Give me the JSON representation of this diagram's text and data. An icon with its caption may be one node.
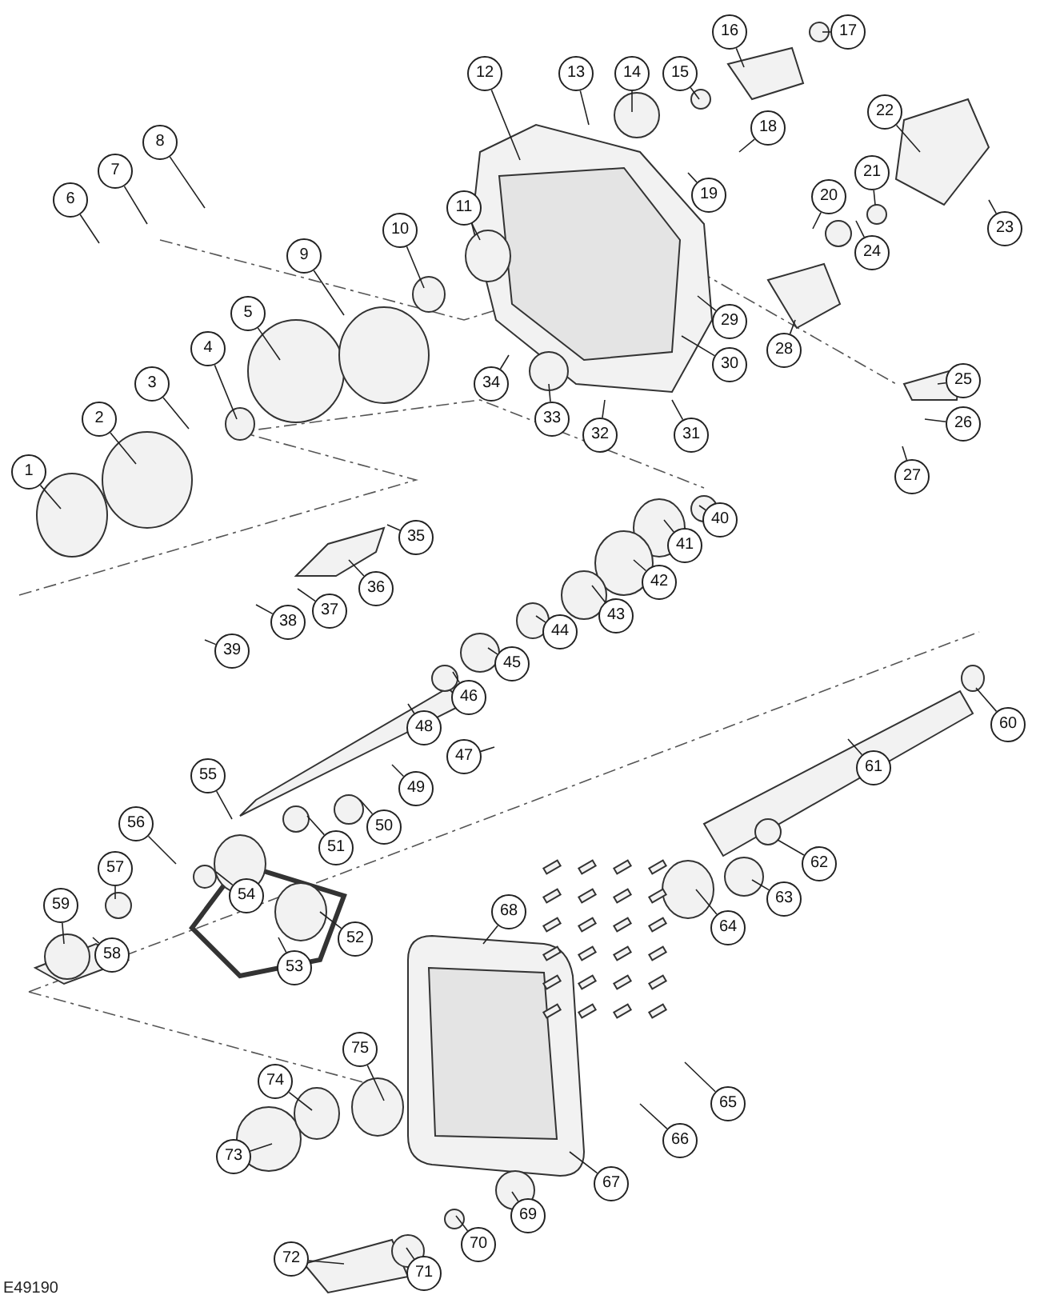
{
  "diagram": {
    "nodes": [
      {
        "text": [
          "1"
        ]
      },
      {
        "text": [
          "2"
        ]
      },
      {
        "text": [
          "3"
        ]
      },
      {
        "text": [
          "4"
        ]
      },
      {
        "text": [
          "5"
        ]
      },
      {
        "text": [
          "6"
        ]
      },
      {
        "text": [
          "7"
        ]
      },
      {
        "text": [
          "8"
        ]
      },
      {
        "text": [
          "9"
        ]
      },
      {
        "text": [
          "10"
        ]
      },
      {
        "text": [
          "11"
        ]
      },
      {
        "text": [
          "12"
        ]
      },
      {
        "text": [
          "13"
        ]
      },
      {
        "text": [
          "14"
        ]
      },
      {
        "text": [
          "15"
        ]
      },
      {
        "text": [
          "16"
        ]
      },
      {
        "text": [
          "17"
        ]
      },
      {
        "text": [
          "18"
        ]
      },
      {
        "text": [
          "19"
        ]
      },
      {
        "text": [
          "20"
        ]
      },
      {
        "text": [
          "21"
        ]
      },
      {
        "text": [
          "22"
        ]
      },
      {
        "text": [
          "23"
        ]
      },
      {
        "text": [
          "24"
        ]
      },
      {
        "text": [
          "25"
        ]
      },
      {
        "text": [
          "26"
        ]
      },
      {
        "text": [
          "27"
        ]
      },
      {
        "text": [
          "28"
        ]
      },
      {
        "text": [
          "29"
        ]
      },
      {
        "text": [
          "30"
        ]
      },
      {
        "text": [
          "31"
        ]
      },
      {
        "text": [
          "32"
        ]
      },
      {
        "text": [
          "33"
        ]
      },
      {
        "text": [
          "34"
        ]
      },
      {
        "text": [
          "35"
        ]
      },
      {
        "text": [
          "36"
        ]
      },
      {
        "text": [
          "37"
        ]
      },
      {
        "text": [
          "38"
        ]
      },
      {
        "text": [
          "39"
        ]
      },
      {
        "text": [
          "40"
        ]
      },
      {
        "text": [
          "41"
        ]
      },
      {
        "text": [
          "42"
        ]
      },
      {
        "text": [
          "43"
        ]
      },
      {
        "text": [
          "44"
        ]
      },
      {
        "text": [
          "45"
        ]
      },
      {
        "text": [
          "46"
        ]
      },
      {
        "text": [
          "47"
        ]
      },
      {
        "text": [
          "48"
        ]
      },
      {
        "text": [
          "49"
        ]
      },
      {
        "text": [
          "50"
        ]
      },
      {
        "text": [
          "51"
        ]
      },
      {
        "text": [
          "52"
        ]
      },
      {
        "text": [
          "53"
        ]
      },
      {
        "text": [
          "54"
        ]
      },
      {
        "text": [
          "55"
        ]
      },
      {
        "text": [
          "56"
        ]
      },
      {
        "text": [
          "57"
        ]
      },
      {
        "text": [
          "58"
        ]
      },
      {
        "text": [
          "59"
        ]
      },
      {
        "text": [
          "60"
        ]
      },
      {
        "text": [
          "61"
        ]
      },
      {
        "text": [
          "62"
        ]
      },
      {
        "text": [
          "63"
        ]
      },
      {
        "text": [
          "64"
        ]
      },
      {
        "text": [
          "65"
        ]
      },
      {
        "text": [
          "66"
        ]
      },
      {
        "text": [
          "67"
        ]
      },
      {
        "text": [
          "68"
        ]
      },
      {
        "text": [
          "69"
        ]
      },
      {
        "text": [
          "70"
        ]
      },
      {
        "text": [
          "71"
        ]
      },
      {
        "text": [
          "72"
        ]
      },
      {
        "text": [
          "73"
        ]
      },
      {
        "text": [
          "74"
        ]
      },
      {
        "text": [
          "75"
        ]
      }
    ],
    "edges": [
      {
        "from": 0,
        "to": null,
        "arrow": "none"
      },
      {
        "from": 1,
        "to": null,
        "arrow": "none"
      },
      {
        "from": 2,
        "to": null,
        "arrow": "none"
      },
      {
        "from": 3,
        "to": null,
        "arrow": "none"
      },
      {
        "from": 4,
        "to": null,
        "arrow": "none"
      },
      {
        "from": 5,
        "to": null,
        "arrow": "none"
      },
      {
        "from": 6,
        "to": null,
        "arrow": "none"
      },
      {
        "from": 7,
        "to": null,
        "arrow": "none"
      },
      {
        "from": 8,
        "to": null,
        "arrow": "none"
      },
      {
        "from": 9,
        "to": null,
        "arrow": "none"
      },
      {
        "from": 10,
        "to": null,
        "arrow": "none"
      },
      {
        "from": 11,
        "to": null,
        "arrow": "none"
      },
      {
        "from": 12,
        "to": null,
        "arrow": "none"
      },
      {
        "from": 13,
        "to": null,
        "arrow": "none"
      },
      {
        "from": 14,
        "to": null,
        "arrow": "none"
      },
      {
        "from": 15,
        "to": null,
        "arrow": "none"
      },
      {
        "from": 16,
        "to": null,
        "arrow": "none"
      },
      {
        "from": 17,
        "to": null,
        "arrow": "none"
      },
      {
        "from": 18,
        "to": null,
        "arrow": "none"
      },
      {
        "from": 19,
        "to": null,
        "arrow": "none"
      },
      {
        "from": 20,
        "to": null,
        "arrow": "none"
      },
      {
        "from": 21,
        "to": null,
        "arrow": "none"
      },
      {
        "from": 22,
        "to": null,
        "arrow": "none"
      },
      {
        "from": 23,
        "to": null,
        "arrow": "none"
      },
      {
        "from": 24,
        "to": null,
        "arrow": "none"
      },
      {
        "from": 25,
        "to": null,
        "arrow": "none"
      },
      {
        "from": 26,
        "to": null,
        "arrow": "none"
      },
      {
        "from": 27,
        "to": null,
        "arrow": "none"
      },
      {
        "from": 28,
        "to": null,
        "arrow": "none"
      },
      {
        "from": 29,
        "to": null,
        "arrow": "none"
      },
      {
        "from": 30,
        "to": null,
        "arrow": "none"
      },
      {
        "from": 31,
        "to": null,
        "arrow": "none"
      },
      {
        "from": 32,
        "to": null,
        "arrow": "none"
      },
      {
        "from": 33,
        "to": null,
        "arrow": "none"
      },
      {
        "from": 34,
        "to": null,
        "arrow": "none"
      },
      {
        "from": 35,
        "to": null,
        "arrow": "none"
      },
      {
        "from": 36,
        "to": null,
        "arrow": "none"
      },
      {
        "from": 37,
        "to": null,
        "arrow": "none"
      },
      {
        "from": 38,
        "to": null,
        "arrow": "none"
      },
      {
        "from": 39,
        "to": null,
        "arrow": "none"
      },
      {
        "from": 40,
        "to": null,
        "arrow": "none"
      },
      {
        "from": 41,
        "to": null,
        "arrow": "none"
      },
      {
        "from": 42,
        "to": null,
        "arrow": "none"
      },
      {
        "from": 43,
        "to": null,
        "arrow": "none"
      },
      {
        "from": 44,
        "to": null,
        "arrow": "none"
      },
      {
        "from": 45,
        "to": null,
        "arrow": "none"
      },
      {
        "from": 46,
        "to": null,
        "arrow": "none"
      },
      {
        "from": 47,
        "to": null,
        "arrow": "none"
      },
      {
        "from": 48,
        "to": null,
        "arrow": "none"
      },
      {
        "from": 49,
        "to": null,
        "arrow": "none"
      },
      {
        "from": 50,
        "to": null,
        "arrow": "none"
      },
      {
        "from": 51,
        "to": null,
        "arrow": "none"
      },
      {
        "from": 52,
        "to": null,
        "arrow": "none"
      },
      {
        "from": 53,
        "to": null,
        "arrow": "none"
      },
      {
        "from": 54,
        "to": null,
        "arrow": "none"
      },
      {
        "from": 55,
        "to": null,
        "arrow": "none"
      },
      {
        "from": 56,
        "to": null,
        "arrow": "none"
      },
      {
        "from": 57,
        "to": null,
        "arrow": "none"
      },
      {
        "from": 58,
        "to": null,
        "arrow": "none"
      },
      {
        "from": 59,
        "to": null,
        "arrow": "none"
      },
      {
        "from": 60,
        "to": null,
        "arrow": "none"
      },
      {
        "from": 61,
        "to": null,
        "arrow": "none"
      },
      {
        "from": 62,
        "to": null,
        "arrow": "none"
      },
      {
        "from": 63,
        "to": null,
        "arrow": "none"
      },
      {
        "from": 64,
        "to": null,
        "arrow": "none"
      },
      {
        "from": 65,
        "to": null,
        "arrow": "none"
      },
      {
        "from": 66,
        "to": null,
        "arrow": "none"
      },
      {
        "from": 67,
        "to": null,
        "arrow": "none"
      },
      {
        "from": 68,
        "to": null,
        "arrow": "none"
      },
      {
        "from": 69,
        "to": null,
        "arrow": "none"
      },
      {
        "from": 70,
        "to": null,
        "arrow": "none"
      },
      {
        "from": 71,
        "to": null,
        "arrow": "none"
      },
      {
        "from": 72,
        "to": null,
        "arrow": "none"
      },
      {
        "from": 73,
        "to": null,
        "arrow": "none"
      },
      {
        "from": 74,
        "to": null,
        "arrow": "none"
      }
    ],
    "labels": [
      "E49190"
    ]
  }
}
